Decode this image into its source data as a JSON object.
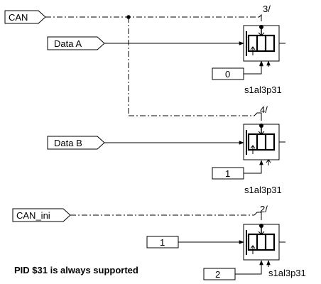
{
  "signals": {
    "can": "CAN",
    "data_a": "Data A",
    "data_b": "Data B",
    "can_ini": "CAN_ini"
  },
  "constants": {
    "block1": "0",
    "block2": "1",
    "block3_in": "1",
    "block3_bottom": "2"
  },
  "block_names": {
    "block1": "s1al3p31",
    "block2": "s1al3p31",
    "block3": "s1al3p31"
  },
  "event_labels": {
    "e1": "3/",
    "e2": "4/",
    "e3": "2/"
  },
  "note": "PID $31 is always supported"
}
